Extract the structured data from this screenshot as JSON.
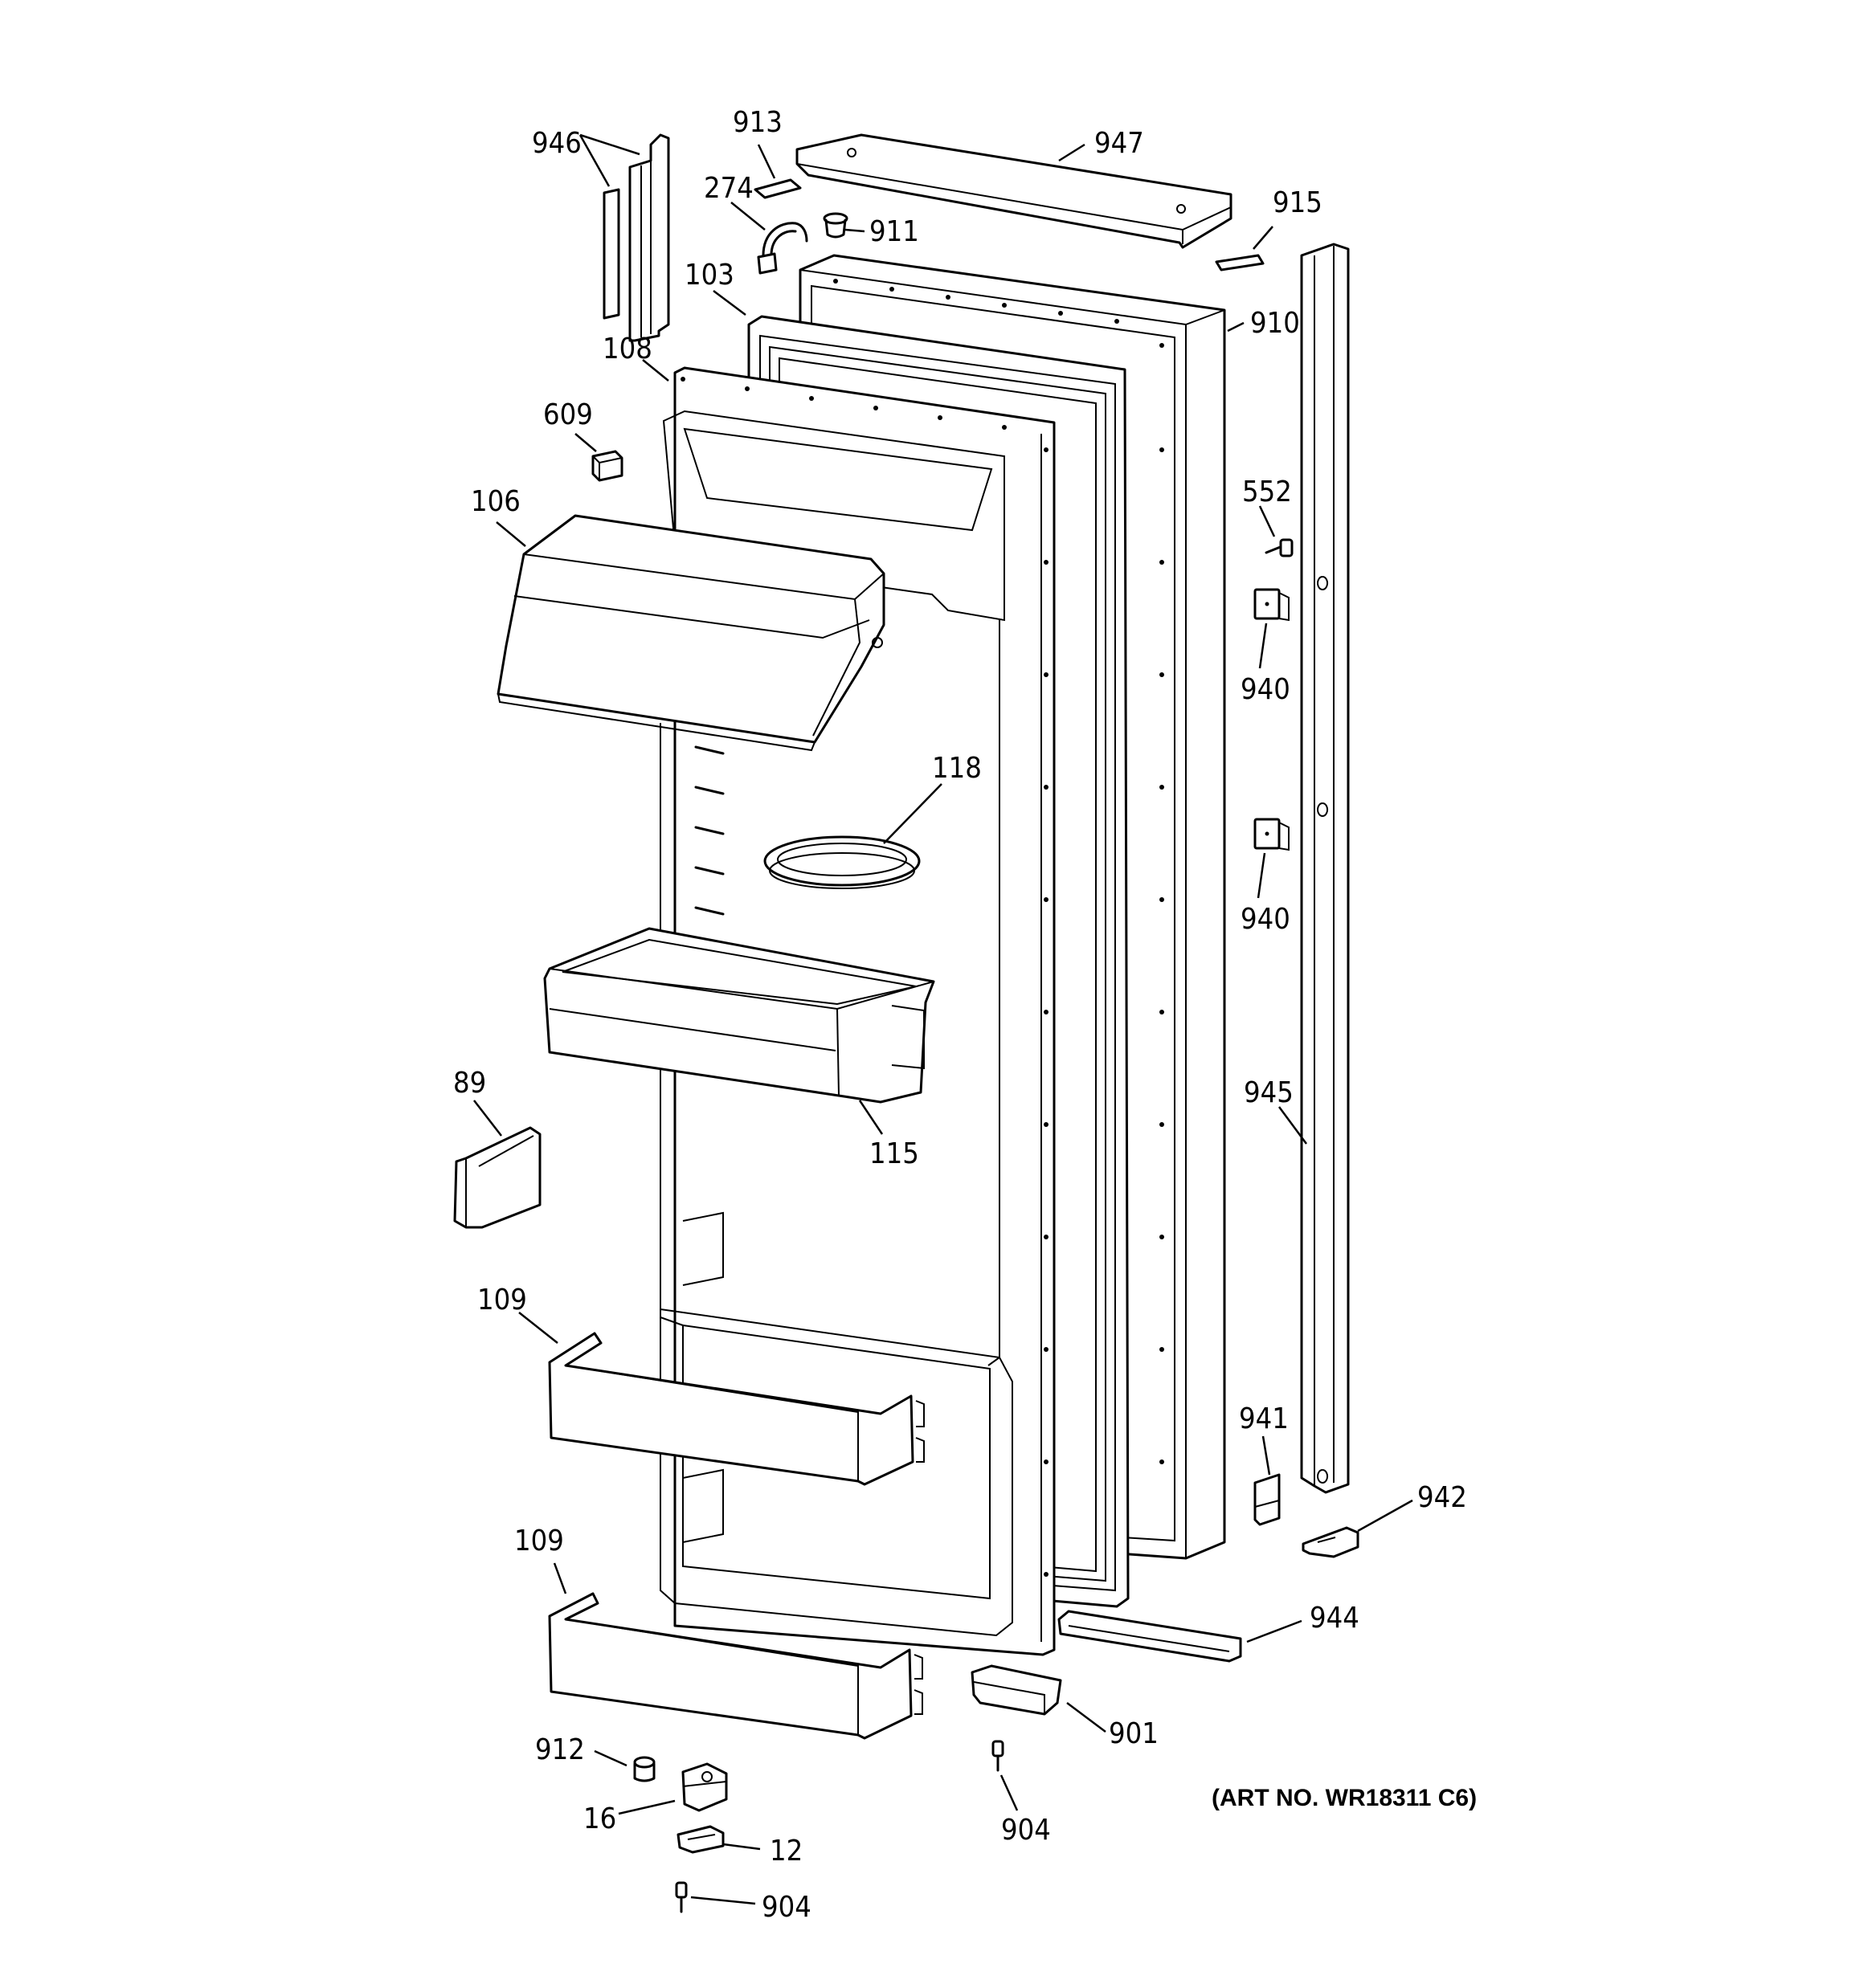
{
  "art_number": "(ART NO. WR18311 C6)",
  "callouts": [
    {
      "id": "946",
      "text": "946"
    },
    {
      "id": "913",
      "text": "913"
    },
    {
      "id": "947",
      "text": "947"
    },
    {
      "id": "274",
      "text": "274"
    },
    {
      "id": "911",
      "text": "911"
    },
    {
      "id": "915",
      "text": "915"
    },
    {
      "id": "103",
      "text": "103"
    },
    {
      "id": "910",
      "text": "910"
    },
    {
      "id": "108",
      "text": "108"
    },
    {
      "id": "609",
      "text": "609"
    },
    {
      "id": "552",
      "text": "552"
    },
    {
      "id": "106",
      "text": "106"
    },
    {
      "id": "940a",
      "text": "940"
    },
    {
      "id": "118",
      "text": "118"
    },
    {
      "id": "940b",
      "text": "940"
    },
    {
      "id": "89",
      "text": "89"
    },
    {
      "id": "945",
      "text": "945"
    },
    {
      "id": "115",
      "text": "115"
    },
    {
      "id": "109a",
      "text": "109"
    },
    {
      "id": "941",
      "text": "941"
    },
    {
      "id": "942",
      "text": "942"
    },
    {
      "id": "109b",
      "text": "109"
    },
    {
      "id": "944",
      "text": "944"
    },
    {
      "id": "901",
      "text": "901"
    },
    {
      "id": "912",
      "text": "912"
    },
    {
      "id": "16",
      "text": "16"
    },
    {
      "id": "12",
      "text": "12"
    },
    {
      "id": "904a",
      "text": "904"
    },
    {
      "id": "904b",
      "text": "904"
    }
  ]
}
